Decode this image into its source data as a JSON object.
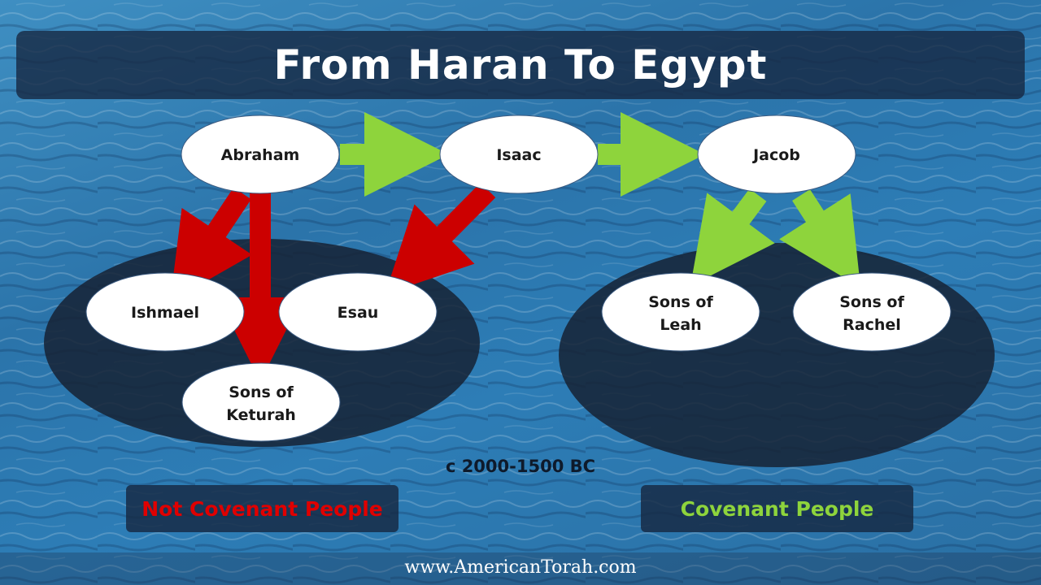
{
  "title": "From Haran To Egypt",
  "nodes": {
    "abraham": "Abraham",
    "isaac": "Isaac",
    "jacob": "Jacob",
    "ishmael": "Ishmael",
    "esau": "Esau",
    "keturah_line1": "Sons of",
    "keturah_line2": "Keturah",
    "leah_line1": "Sons of",
    "leah_line2": "Leah",
    "rachel_line1": "Sons of",
    "rachel_line2": "Rachel"
  },
  "date_range": "c 2000-1500 BC",
  "groups": {
    "not_covenant": "Not Covenant People",
    "covenant": "Covenant People"
  },
  "footer": "www.AmericanTorah.com",
  "colors": {
    "red_arrow": "#cc0000",
    "green_arrow": "#8ed43c",
    "not_covenant_text": "#e00000",
    "covenant_text": "#8ed43c",
    "node_fill": "#ffffff",
    "group_ellipse": "#1b2a40"
  }
}
